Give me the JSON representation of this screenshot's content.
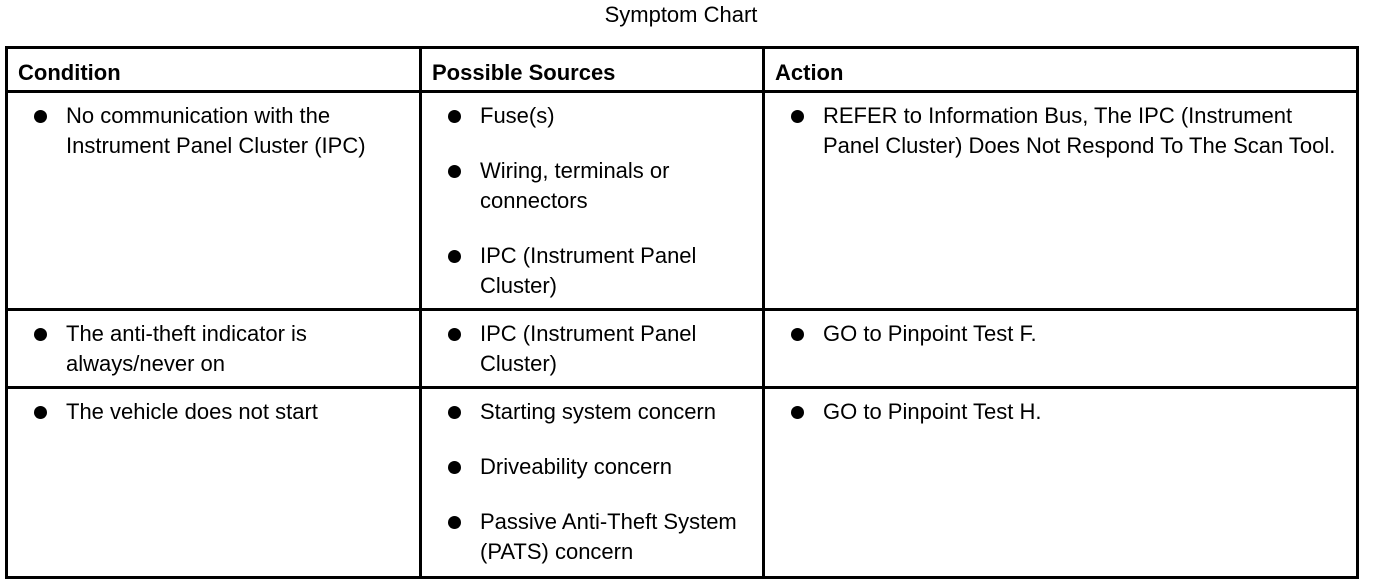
{
  "title": "Symptom Chart",
  "table": {
    "headers": [
      "Condition",
      "Possible Sources",
      "Action"
    ],
    "rows": [
      {
        "condition": [
          "No communication with the Instrument Panel Cluster (IPC)"
        ],
        "sources": [
          "Fuse(s)",
          "Wiring, terminals or connectors",
          "IPC (Instrument Panel Cluster)"
        ],
        "action": [
          "REFER to Information Bus, The IPC (Instrument Panel Cluster) Does Not Respond To The Scan Tool."
        ]
      },
      {
        "condition": [
          "The anti-theft indicator is always/never on"
        ],
        "sources": [
          "IPC (Instrument Panel Cluster)"
        ],
        "action": [
          "GO to Pinpoint Test F."
        ]
      },
      {
        "condition": [
          "The vehicle does not start"
        ],
        "sources": [
          "Starting system concern",
          "Driveability concern",
          "Passive Anti-Theft System (PATS) concern"
        ],
        "action": [
          "GO to Pinpoint Test H."
        ]
      }
    ]
  }
}
